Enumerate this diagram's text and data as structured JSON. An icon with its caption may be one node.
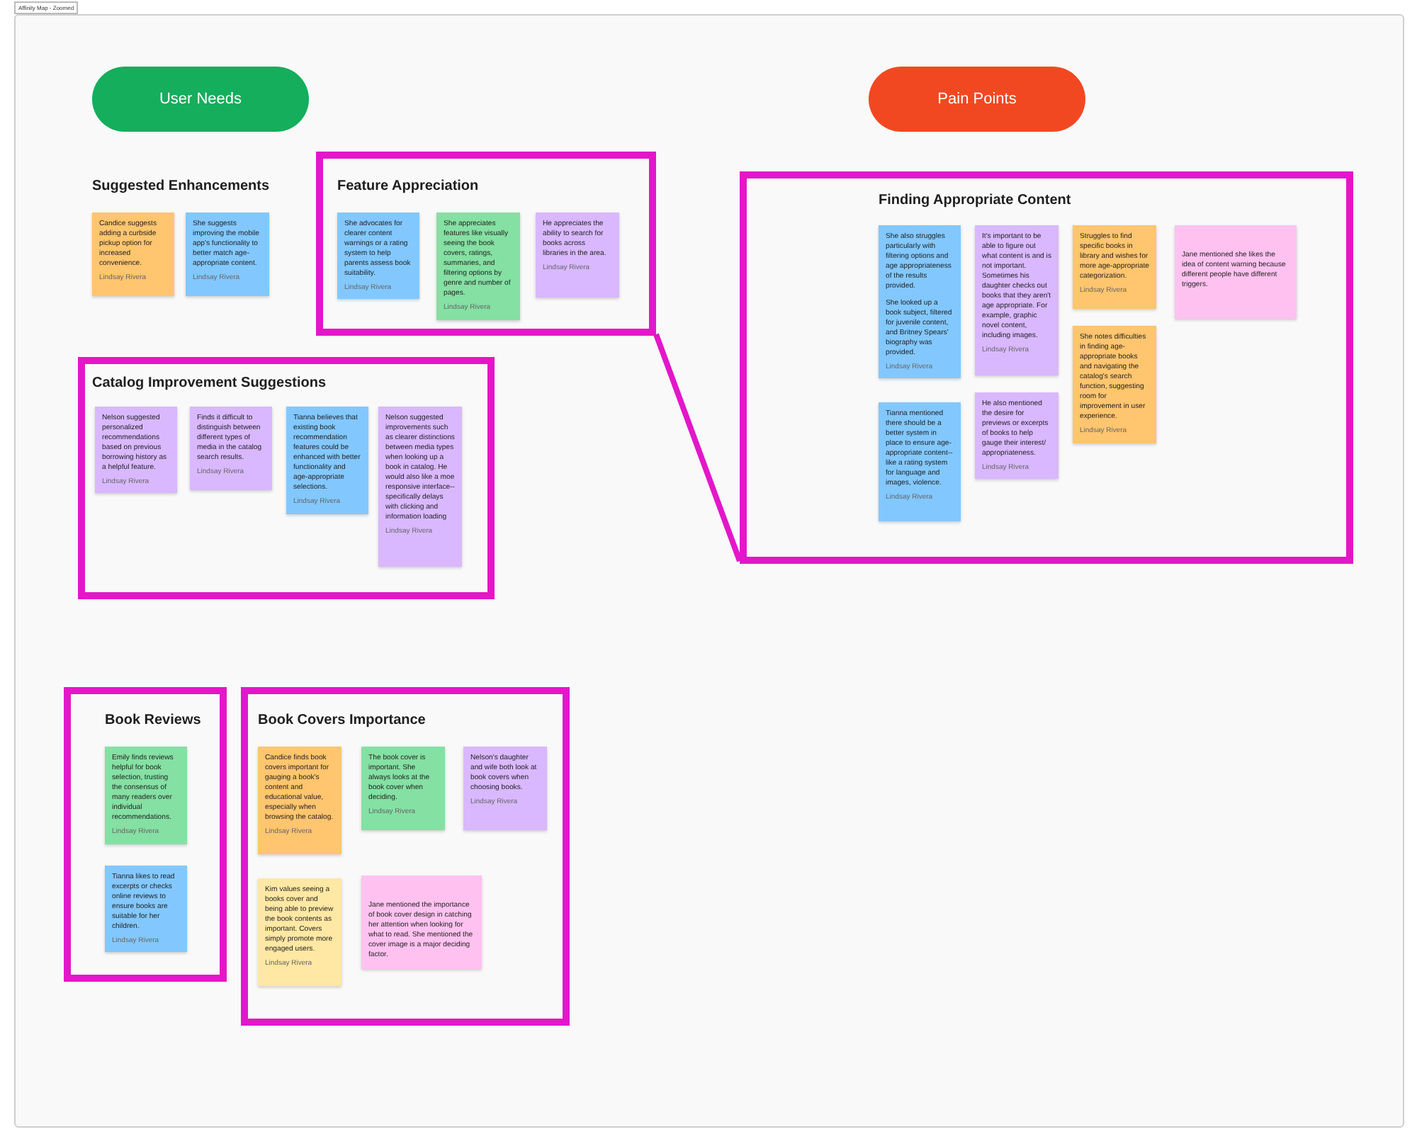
{
  "diagram": {
    "nodes": [
      {
        "text": [
          "User Needs"
        ]
      },
      {
        "text": [
          "Pain Points"
        ]
      },
      {
        "text": [
          "Candice  suggests adding a curbside pickup option for increased convenience.",
          "Lindsay Rivera"
        ]
      },
      {
        "text": [
          "She suggests improving the mobile app's functionality to better match age-appropriate content.",
          "Lindsay Rivera"
        ]
      },
      {
        "text": [
          "Feature Appreciation"
        ]
      },
      {
        "text": [
          "She advocates for clearer content warnings or a rating system to help parents assess book suitability.",
          "Lindsay Rivera"
        ],
        "in": 4
      },
      {
        "text": [
          "She appreciates features like visually seeing the book covers, ratings, summaries, and filtering options by genre and number of pages.",
          "Lindsay Rivera"
        ],
        "in": 4
      },
      {
        "text": [
          "He appreciates the ability to search for books across libraries in the area.",
          "Lindsay Rivera"
        ],
        "in": 4
      },
      {
        "text": [
          "Finding Appropriate Content"
        ]
      },
      {
        "text": [
          "She also struggles particularly with filtering options and age appropriateness of the results provided.",
          "She looked up a book subject, filtered for juvenile content, and Britney Spears' biography was provided.",
          "Lindsay Rivera"
        ],
        "in": 8
      },
      {
        "text": [
          "It's important to be able to figure out what content is and is not important. Sometimes his daughter checks out books that they aren't age appropriate.  For example, graphic novel content, including images.",
          "Lindsay Rivera"
        ],
        "in": 8
      },
      {
        "text": [
          "Struggles to find specific books in library and wishes for more age-appropriate categorization.",
          "Lindsay Rivera"
        ],
        "in": 8
      },
      {
        "text": [
          "Jane mentioned she likes the idea of content warning because different people have different triggers."
        ],
        "in": 8
      },
      {
        "text": [
          "Tianna mentioned there should be a better system in place to ensure age-appropriate content-- like a rating system for language and images, violence.",
          "Lindsay Rivera"
        ],
        "in": 8
      },
      {
        "text": [
          "He also mentioned the desire for previews or excerpts of books to help gauge their interest/ appropriateness.",
          "Lindsay Rivera"
        ],
        "in": 8
      },
      {
        "text": [
          "She notes difficulties in finding age-appropriate books and navigating the catalog's search function, suggesting room for improvement in user experience.",
          "Lindsay Rivera"
        ],
        "in": 8
      },
      {
        "text": [
          "Catalog Improvement Suggestions"
        ]
      },
      {
        "text": [
          "Nelson suggested personalized recommendations based on previous borrowing history as a helpful feature.",
          "Lindsay Rivera"
        ],
        "in": 16
      },
      {
        "text": [
          "Finds it difficult to distinguish between different types of media in the catalog search results.",
          "Lindsay Rivera"
        ],
        "in": 16
      },
      {
        "text": [
          "Tianna believes that existing book recommendation features could be enhanced with better functionality and age-appropriate selections.",
          "Lindsay Rivera"
        ],
        "in": 16
      },
      {
        "text": [
          "Nelson suggested improvements such as clearer distinctions between media types when looking up a book in catalog. He would also like a moe responsive interface-- specifically delays with clicking and information loading",
          "Lindsay Rivera"
        ],
        "in": 16
      },
      {
        "text": [
          "Book Reviews"
        ]
      },
      {
        "text": [
          "Emily finds reviews helpful for book selection, trusting the consensus of many readers over individual recommendations.",
          "Lindsay Rivera"
        ],
        "in": 21
      },
      {
        "text": [
          "Tianna likes to read excerpts or checks online reviews to ensure books are suitable for her children.",
          "Lindsay Rivera"
        ],
        "in": 21
      },
      {
        "text": [
          "Book Covers Importance"
        ]
      },
      {
        "text": [
          "Candice finds book covers important for gauging a book's content and educational value, especially when browsing the catalog.",
          "Lindsay Rivera"
        ],
        "in": 24
      },
      {
        "text": [
          "The book cover is important. She always looks at the book cover when deciding.",
          "Lindsay Rivera"
        ],
        "in": 24
      },
      {
        "text": [
          "Nelson's daughter and wife both look at book covers when choosing books.",
          "Lindsay Rivera"
        ],
        "in": 24
      },
      {
        "text": [
          "Kim values seeing a books cover and being able to preview the book contents as important.  Covers simply promote more engaged users.",
          "Lindsay Rivera"
        ],
        "in": 24
      },
      {
        "text": [
          "Jane mentioned the importance of book cover design in catching her attention when looking for what to read. She mentioned the cover image is a major deciding factor."
        ],
        "in": 24
      }
    ],
    "edges": [
      {
        "from": 4,
        "to": 8,
        "arrow": "none",
        "color": "#e317c9"
      }
    ],
    "labels": [
      "Affinity Map - Zoomed",
      "Suggested Enhancements"
    ]
  }
}
